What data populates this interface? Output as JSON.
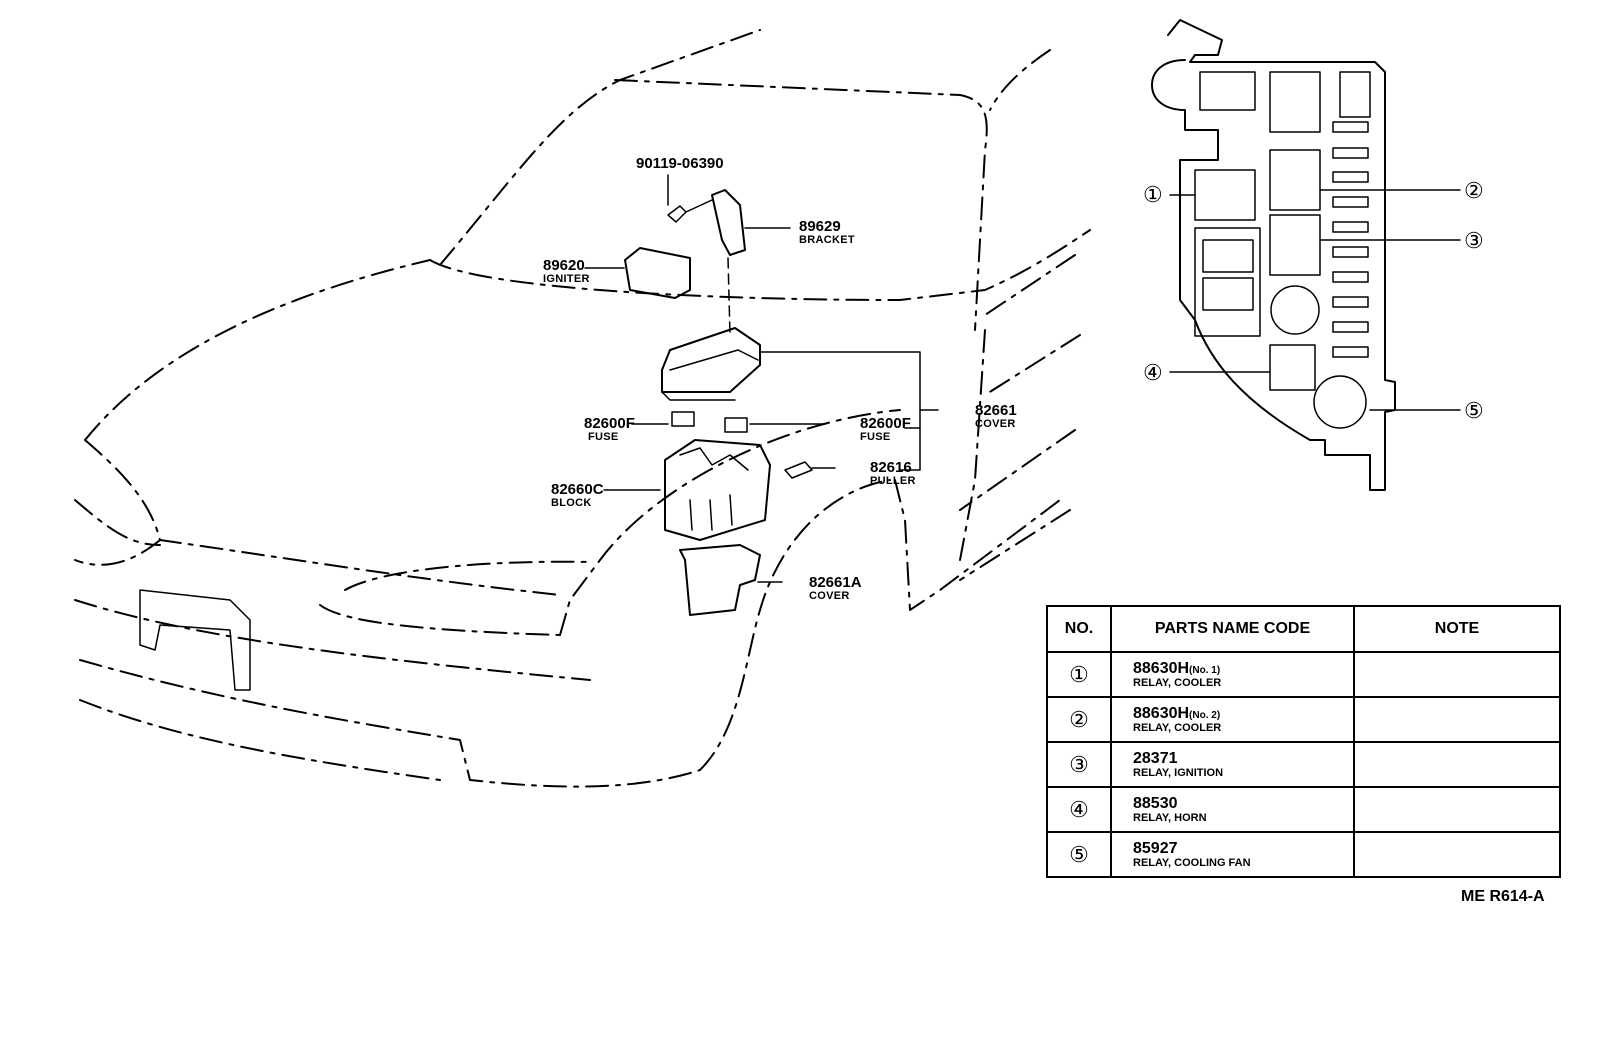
{
  "callouts": {
    "bolt": {
      "code": "90119-06390",
      "name": ""
    },
    "bracket": {
      "code": "89629",
      "name": "BRACKET"
    },
    "igniter": {
      "code": "89620",
      "name": "IGNITER"
    },
    "fuse_left": {
      "code": "82600F",
      "name": "FUSE"
    },
    "fuse_right": {
      "code": "82600F",
      "name": "FUSE"
    },
    "cover_top": {
      "code": "82661",
      "name": "COVER"
    },
    "block": {
      "code": "82660C",
      "name": "BLOCK"
    },
    "puller": {
      "code": "82616",
      "name": "PULLER"
    },
    "cover_bottom": {
      "code": "82661A",
      "name": "COVER"
    }
  },
  "relay_positions": [
    "①",
    "②",
    "③",
    "④",
    "⑤"
  ],
  "parts_table": {
    "headers": {
      "no": "NO.",
      "parts_name_code": "PARTS NAME CODE",
      "note": "NOTE"
    },
    "rows": [
      {
        "no": "①",
        "code": "88630H",
        "qualifier": "(No. 1)",
        "description": "RELAY, COOLER",
        "note": ""
      },
      {
        "no": "②",
        "code": "88630H",
        "qualifier": "(No. 2)",
        "description": "RELAY, COOLER",
        "note": ""
      },
      {
        "no": "③",
        "code": "28371",
        "qualifier": "",
        "description": "RELAY, IGNITION",
        "note": ""
      },
      {
        "no": "④",
        "code": "88530",
        "qualifier": "",
        "description": "RELAY, HORN",
        "note": ""
      },
      {
        "no": "⑤",
        "code": "85927",
        "qualifier": "",
        "description": "RELAY, COOLING FAN",
        "note": ""
      }
    ]
  },
  "reference": "ME R614-A"
}
